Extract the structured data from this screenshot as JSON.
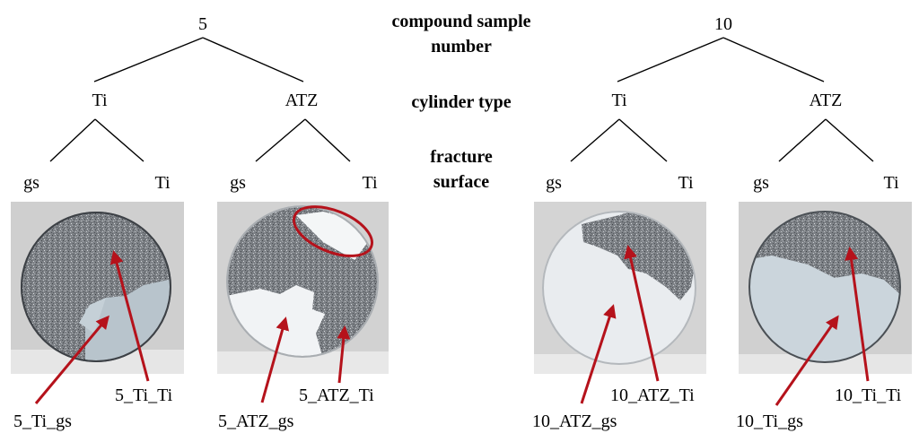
{
  "headers": {
    "compound_line1": "compound sample",
    "compound_line2": "number",
    "cylinder": "cylinder type",
    "fracture_line1": "fracture",
    "fracture_line2": "surface"
  },
  "trees": [
    {
      "root": "5",
      "branches": [
        {
          "label": "Ti",
          "leaves": [
            "gs",
            "Ti"
          ]
        },
        {
          "label": "ATZ",
          "leaves": [
            "gs",
            "Ti"
          ]
        }
      ]
    },
    {
      "root": "10",
      "branches": [
        {
          "label": "Ti",
          "leaves": [
            "gs",
            "Ti"
          ]
        },
        {
          "label": "ATZ",
          "leaves": [
            "gs",
            "Ti"
          ]
        }
      ]
    }
  ],
  "samples": [
    {
      "name": "5_Ti",
      "gs_label": "5_Ti_gs",
      "ti_label": "5_Ti_Ti",
      "highlight": false
    },
    {
      "name": "5_ATZ",
      "gs_label": "5_ATZ_gs",
      "ti_label": "5_ATZ_Ti",
      "highlight": true
    },
    {
      "name": "10_ATZ",
      "gs_label": "10_ATZ_gs",
      "ti_label": "10_ATZ_Ti",
      "highlight": false
    },
    {
      "name": "10_Ti",
      "gs_label": "10_Ti_gs",
      "ti_label": "10_Ti_Ti",
      "highlight": false
    }
  ],
  "colors": {
    "arrow": "#b5121b",
    "photo_bg": "#cfcfcf",
    "metal": "#7d8186",
    "ceramic": "#eef1f3"
  }
}
